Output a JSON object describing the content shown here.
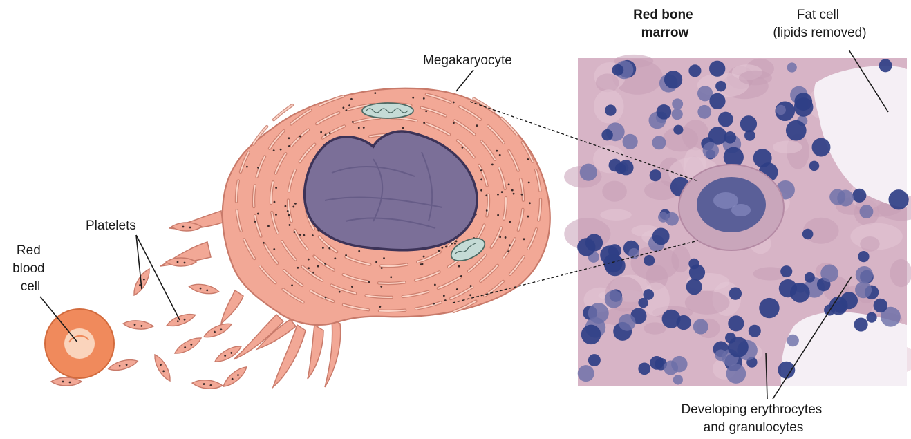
{
  "labels": {
    "red_bone_marrow": [
      "Red bone",
      "marrow"
    ],
    "fat_cell": [
      "Fat cell",
      "(lipids removed)"
    ],
    "megakaryocyte": "Megakaryocyte",
    "platelets": "Platelets",
    "red_blood_cell": [
      "Red",
      "blood",
      "cell"
    ],
    "developing": [
      "Developing erythrocytes",
      "and granulocytes"
    ]
  },
  "colors": {
    "cytoplasm": "#f2a896",
    "cytoplasm_edge": "#c87a6a",
    "nucleus": "#7b6f98",
    "nucleus_edge": "#3c3358",
    "mitochondria": "#c5dbd6",
    "rbc": "#f08a5c",
    "rbc_center": "#fbe0cc",
    "micrograph_bg": "#d9b8c8",
    "stain_nucleus": "#3f4f8f",
    "fat_space": "#f4eef4"
  }
}
